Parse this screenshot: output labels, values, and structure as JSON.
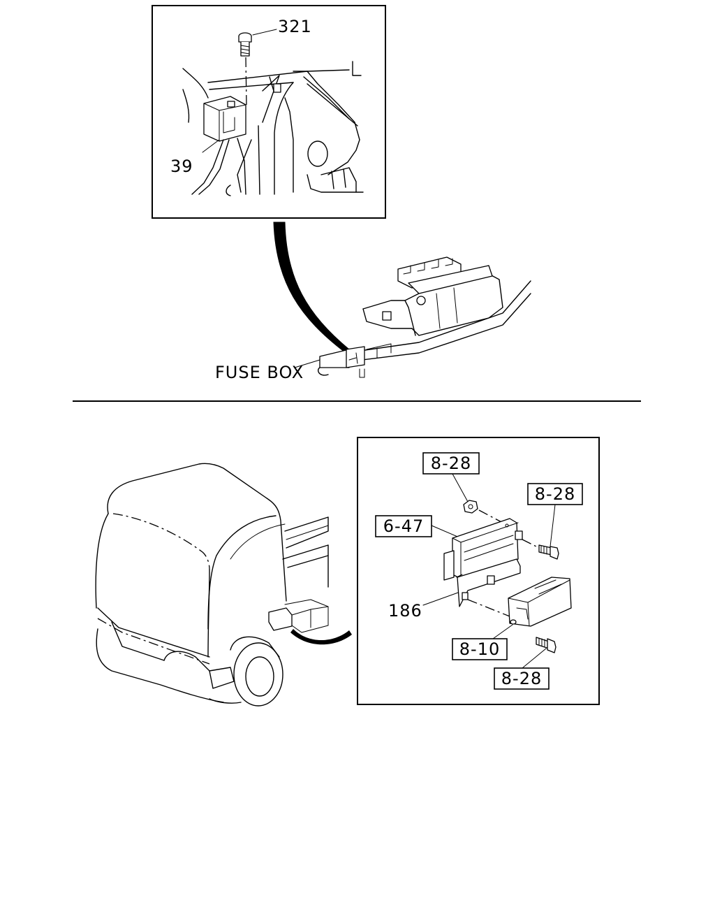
{
  "callouts": {
    "bolt": "321",
    "fuse_box_part": "39",
    "fuse_box": "FUSE BOX",
    "bracket": "186"
  },
  "ref_boxes": {
    "nut_top": "8-28",
    "bolt_right": "8-28",
    "cover": "6-47",
    "fuse_block": "8-10",
    "bolt_bottom": "8-28"
  }
}
